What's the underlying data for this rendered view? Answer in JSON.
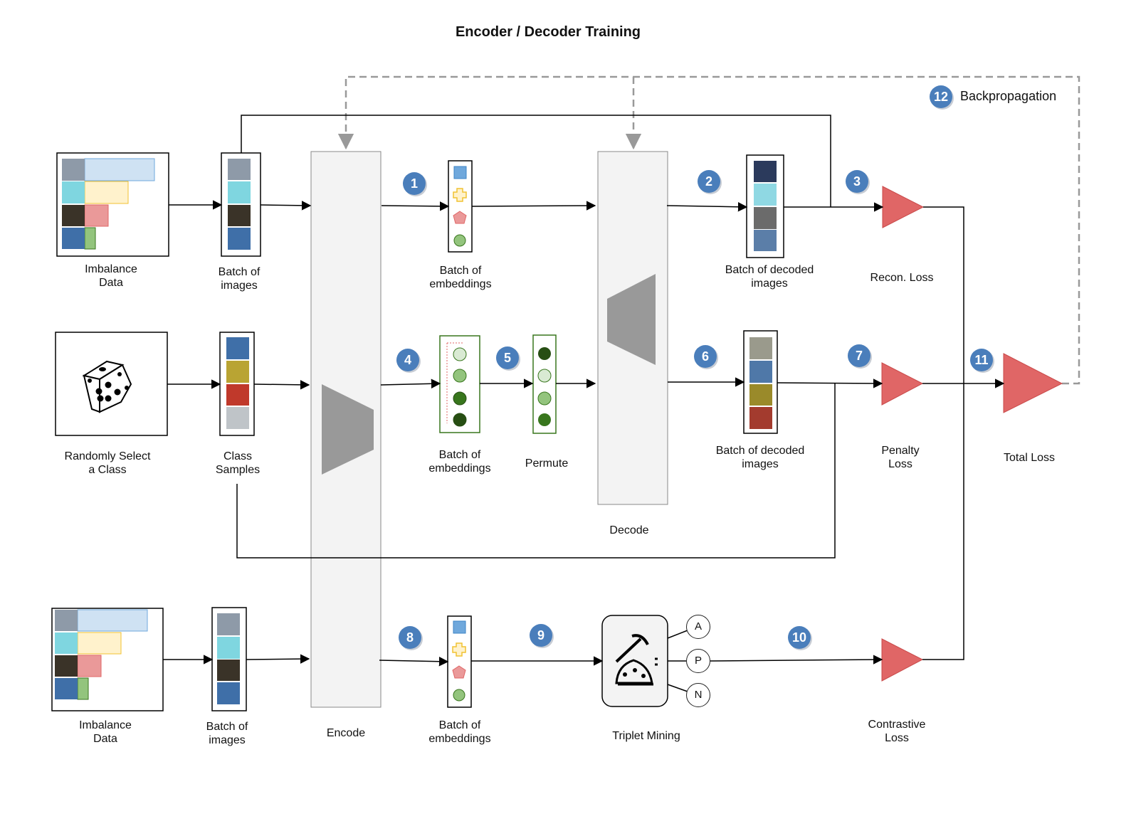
{
  "title": "Encoder / Decoder Training",
  "labels": {
    "imbalance_top": "Imbalance\nData",
    "batch_images_top": "Batch of\nimages",
    "embeddings_top": "Batch of\nembeddings",
    "decoded_top": "Batch of decoded\nimages",
    "recon_loss": "Recon. Loss",
    "random_class": "Randomly Select\na Class",
    "class_samples": "Class\nSamples",
    "embeddings_mid": "Batch of\nembeddings",
    "permute": "Permute",
    "decoded_mid": "Batch of decoded\nimages",
    "penalty_loss": "Penalty\nLoss",
    "total_loss": "Total Loss",
    "decode": "Decode",
    "imbalance_bottom": "Imbalance\nData",
    "batch_images_bottom": "Batch of\nimages",
    "encode": "Encode",
    "embeddings_bottom": "Batch of\nembeddings",
    "triplet_mining": "Triplet Mining",
    "contrastive_loss": "Contrastive\nLoss",
    "backpropagation": "Backpropagation"
  },
  "steps": [
    "1",
    "2",
    "3",
    "4",
    "5",
    "6",
    "7",
    "8",
    "9",
    "10",
    "11",
    "12"
  ],
  "triplet_nodes": [
    "A",
    "P",
    "N"
  ],
  "colors": {
    "badge": "#4a7ebb",
    "loss": "#e06666",
    "loss_stroke": "#c94a4a",
    "block": "#f3f3f3",
    "trapezoid": "#999999",
    "dashed": "#999999",
    "blue_bar": "#cfe2f3",
    "yellow_bar": "#fff2cc",
    "red_bar": "#ea9999",
    "green_bar": "#93c47d",
    "green_dark": "#274e13",
    "green_mid": "#6aa84f",
    "green_light": "#b6d7a8"
  }
}
